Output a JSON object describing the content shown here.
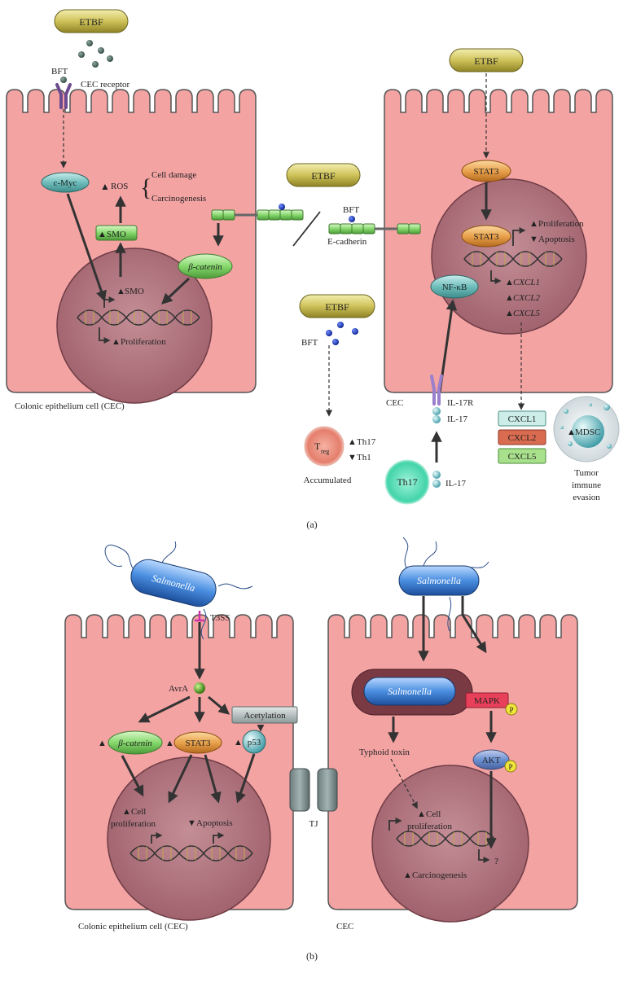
{
  "panel_a": {
    "label": "(a)",
    "etbf": "ETBF",
    "bft": "BFT",
    "cec_receptor": "CEC receptor",
    "c_myc": "c-Myc",
    "ros": "ROS",
    "cell_damage": "Cell damage",
    "carcinogenesis": "Carcinogenesis",
    "smo": "SMO",
    "beta_catenin": "β-catenin",
    "proliferation": "Proliferation",
    "apoptosis": "Apoptosis",
    "e_cadherin": "E-cadherin",
    "stat3": "STAT3",
    "nfkb": "NF-κB",
    "cxcl1": "CXCL1",
    "cxcl2": "CXCL2",
    "cxcl5": "CXCL5",
    "cec": "CEC",
    "il17r": "IL-17R",
    "il17": "IL-17",
    "th17": "Th17",
    "th1": "Th1",
    "t": "T",
    "reg": "reg",
    "accumulated": "Accumulated",
    "mdsc": "MDSC",
    "tumor": "Tumor",
    "immune": "immune",
    "evasion": "evasion",
    "cec_full": "Colonic epithelium cell (CEC)"
  },
  "panel_b": {
    "label": "(b)",
    "salmonella": "Salmonella",
    "t3ss": "T3SS",
    "avra": "AvrA",
    "acetylation": "Acetylation",
    "beta_catenin": "β-catenin",
    "stat3": "STAT3",
    "p53": "p53",
    "cell": "Cell",
    "proliferation": "proliferation",
    "apoptosis": "Apoptosis",
    "tj": "TJ",
    "typhoid_toxin": "Typhoid toxin",
    "mapk": "MAPK",
    "akt": "AKT",
    "p": "P",
    "question": "?",
    "carcinogenesis": "Carcinogenesis",
    "cec_full": "Colonic epithelium cell (CEC)",
    "cec": "CEC"
  }
}
